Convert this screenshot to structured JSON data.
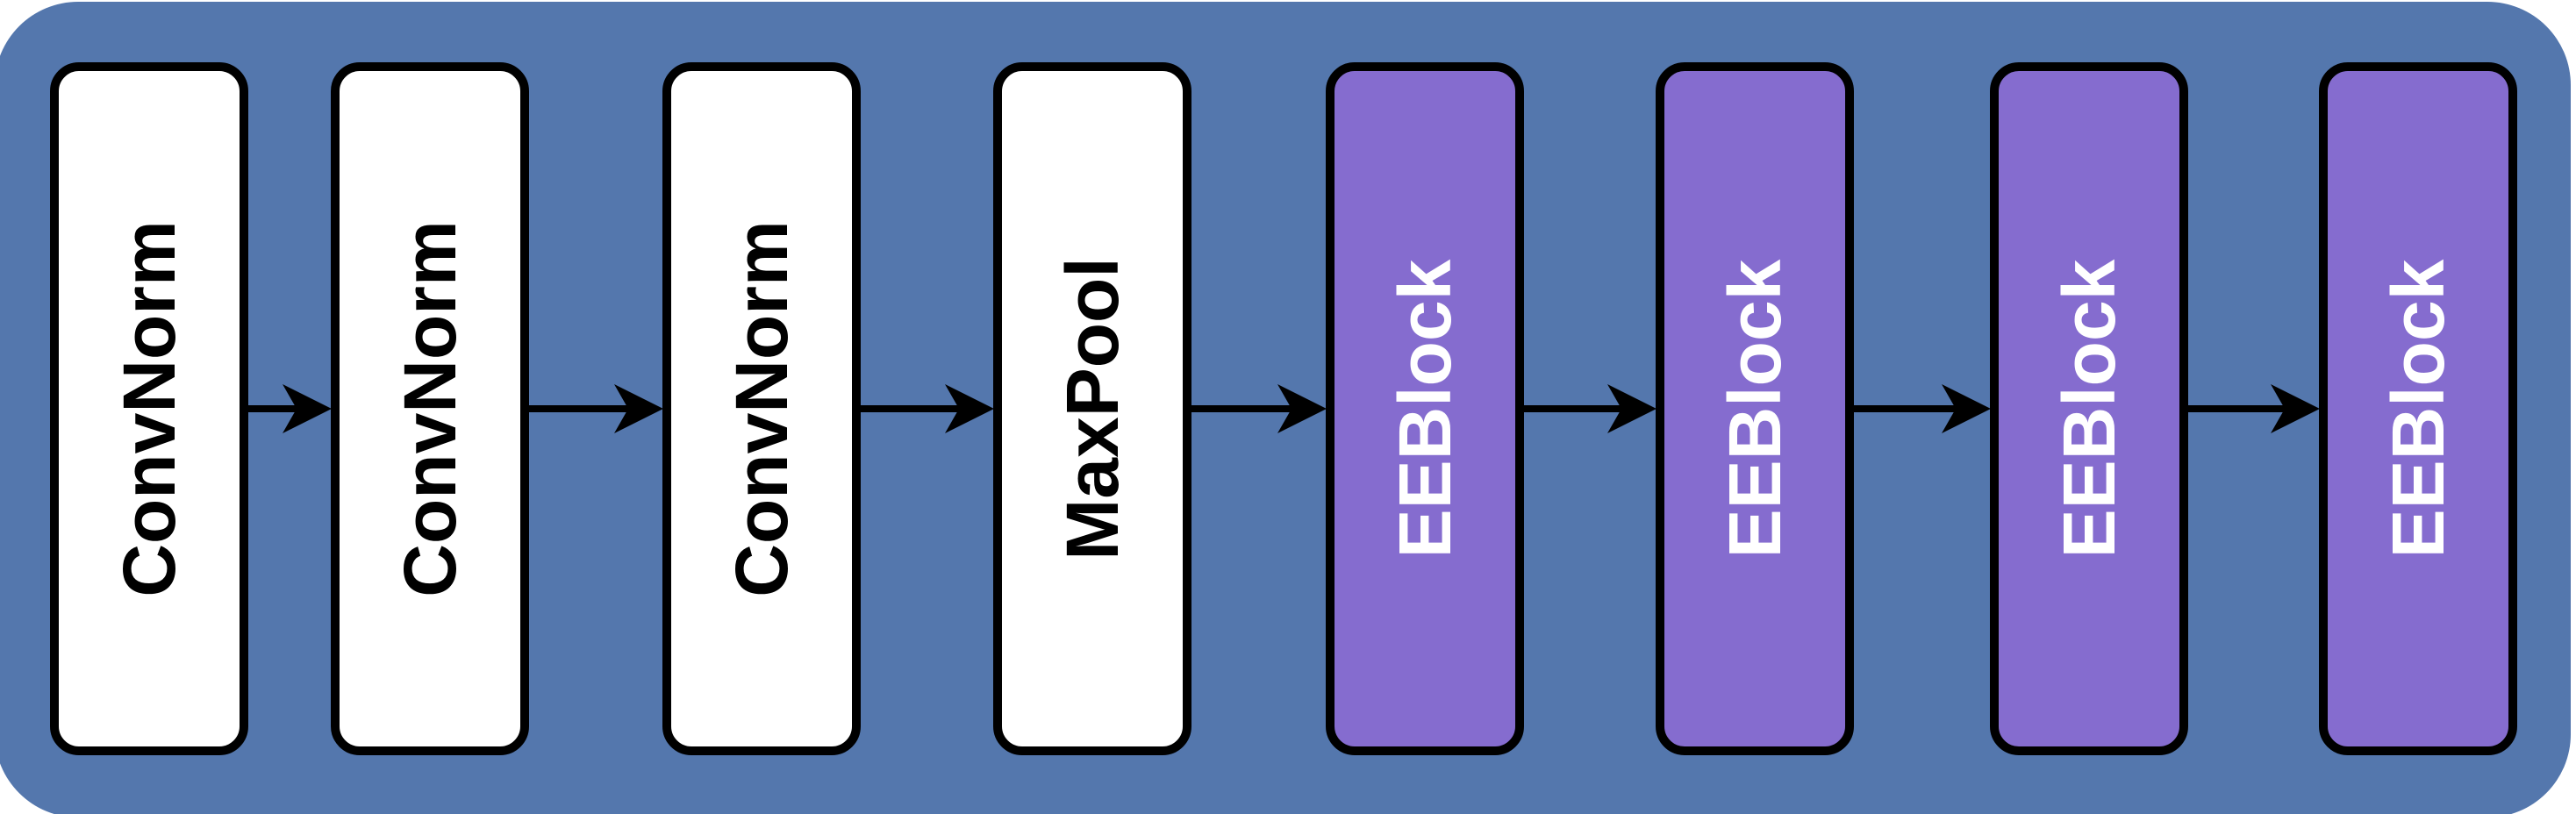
{
  "colors": {
    "panel_background": "#5477ad",
    "white_block": "#ffffff",
    "ee_block": "#856ccf",
    "stroke": "#000000",
    "white_block_text": "#000000",
    "ee_block_text": "#ffffff"
  },
  "blocks": [
    {
      "label": "ConvNorm",
      "kind": "white"
    },
    {
      "label": "ConvNorm",
      "kind": "white"
    },
    {
      "label": "ConvNorm",
      "kind": "white"
    },
    {
      "label": "MaxPool",
      "kind": "white"
    },
    {
      "label": "EEBlock",
      "kind": "ee"
    },
    {
      "label": "EEBlock",
      "kind": "ee"
    },
    {
      "label": "EEBlock",
      "kind": "ee"
    },
    {
      "label": "EEBlock",
      "kind": "ee"
    }
  ],
  "arrows": [
    {
      "from": 0,
      "to": 1
    },
    {
      "from": 1,
      "to": 2
    },
    {
      "from": 2,
      "to": 3
    },
    {
      "from": 3,
      "to": 4
    },
    {
      "from": 4,
      "to": 5
    },
    {
      "from": 5,
      "to": 6
    },
    {
      "from": 6,
      "to": 7
    }
  ]
}
